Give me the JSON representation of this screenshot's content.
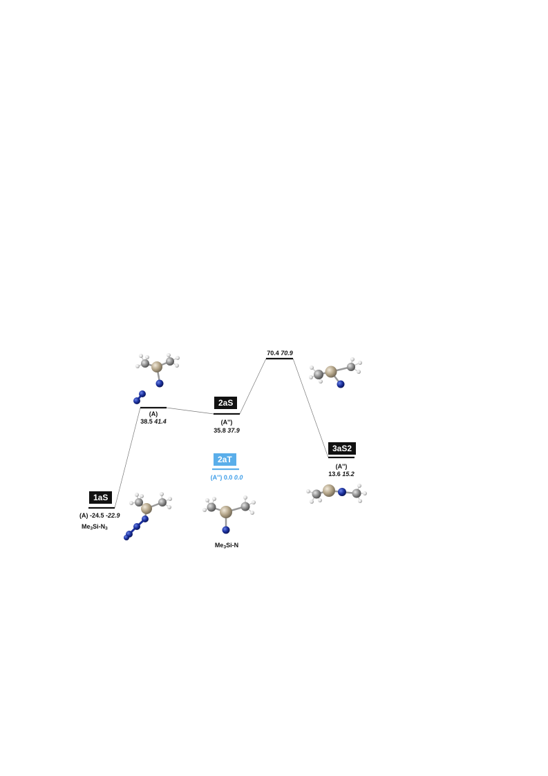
{
  "states": {
    "s1aS": {
      "name": "1aS",
      "symmetry": "(A)",
      "e1": "-24.5",
      "e2": "-22.9",
      "formula_main": "Me",
      "formula_sub": "3",
      "formula_rest": "Si-N",
      "formula_sub2": "3"
    },
    "ts1": {
      "symmetry": "(A)",
      "e1": "38.5",
      "e2": "41.4"
    },
    "s2aS": {
      "name": "2aS",
      "symmetry": "(A'')",
      "e1": "35.8",
      "e2": "37.9"
    },
    "s2aT": {
      "name": "2aT",
      "symmetry": "(A'')",
      "e1": "0.0",
      "e2": "0.0",
      "formula_main": "Me",
      "formula_sub": "3",
      "formula_rest": "Si-N"
    },
    "ts2": {
      "e1": "70.4",
      "e2": "70.9"
    },
    "s3aS2": {
      "name": "3aS2",
      "symmetry": "(A'')",
      "e1": "13.6",
      "e2": "15.2"
    }
  },
  "colors": {
    "singlet_badge": "#111111",
    "triplet_badge": "#5aaeea",
    "triplet_text": "#3f9ee8",
    "silicon": "#b3a488",
    "carbon": "#8f8f8f",
    "nitrogen": "#1a2f9c",
    "hydrogen": "#dcdcdc"
  }
}
